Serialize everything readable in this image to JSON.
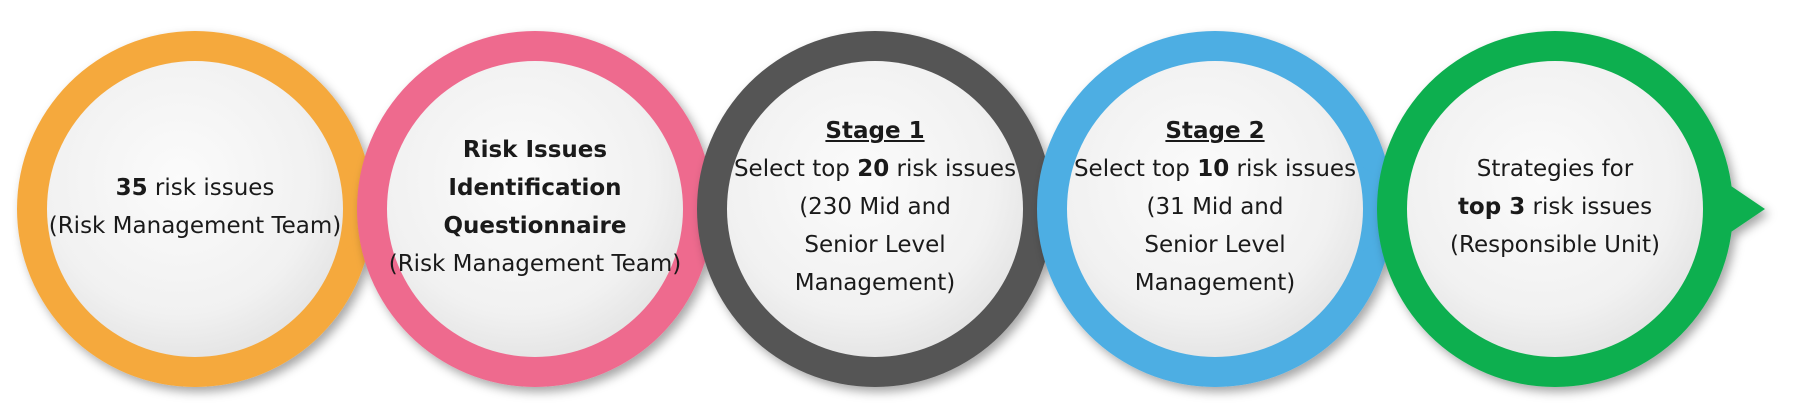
{
  "steps": [
    {
      "color": "#F5A93E",
      "lines": [
        {
          "parts": [
            {
              "text": "35",
              "bold": true
            },
            {
              "text": " risk issues",
              "bold": false
            }
          ]
        },
        {
          "parts": [
            {
              "text": "(Risk Management Team)",
              "bold": false
            }
          ]
        }
      ]
    },
    {
      "color": "#EE6A8E",
      "lines": [
        {
          "parts": [
            {
              "text": "Risk Issues",
              "bold": true
            }
          ]
        },
        {
          "parts": [
            {
              "text": "Identification",
              "bold": true
            }
          ]
        },
        {
          "parts": [
            {
              "text": "Questionnaire",
              "bold": true
            }
          ]
        },
        {
          "parts": [
            {
              "text": "(Risk Management Team)",
              "bold": false
            }
          ]
        }
      ]
    },
    {
      "color": "#555555",
      "lines": [
        {
          "parts": [
            {
              "text": "Stage 1",
              "bold": true,
              "underline": true
            }
          ]
        },
        {
          "parts": [
            {
              "text": "Select top ",
              "bold": false
            },
            {
              "text": "20",
              "bold": true
            },
            {
              "text": " risk issues",
              "bold": false
            }
          ]
        },
        {
          "parts": [
            {
              "text": "(230 Mid and",
              "bold": false
            }
          ]
        },
        {
          "parts": [
            {
              "text": "Senior Level",
              "bold": false
            }
          ]
        },
        {
          "parts": [
            {
              "text": "Management)",
              "bold": false
            }
          ]
        }
      ]
    },
    {
      "color": "#4DAEE3",
      "lines": [
        {
          "parts": [
            {
              "text": "Stage 2",
              "bold": true,
              "underline": true
            }
          ]
        },
        {
          "parts": [
            {
              "text": "Select top ",
              "bold": false
            },
            {
              "text": "10",
              "bold": true
            },
            {
              "text": " risk issues",
              "bold": false
            }
          ]
        },
        {
          "parts": [
            {
              "text": "(31 Mid and",
              "bold": false
            }
          ]
        },
        {
          "parts": [
            {
              "text": "Senior Level",
              "bold": false
            }
          ]
        },
        {
          "parts": [
            {
              "text": "Management)",
              "bold": false
            }
          ]
        }
      ]
    },
    {
      "color": "#10AF4F",
      "lines": [
        {
          "parts": [
            {
              "text": "Strategies for",
              "bold": false
            }
          ]
        },
        {
          "parts": [
            {
              "text": "top 3",
              "bold": true
            },
            {
              "text": " risk issues",
              "bold": false
            }
          ]
        },
        {
          "parts": [
            {
              "text": "(Responsible Unit)",
              "bold": false
            }
          ]
        }
      ]
    }
  ]
}
